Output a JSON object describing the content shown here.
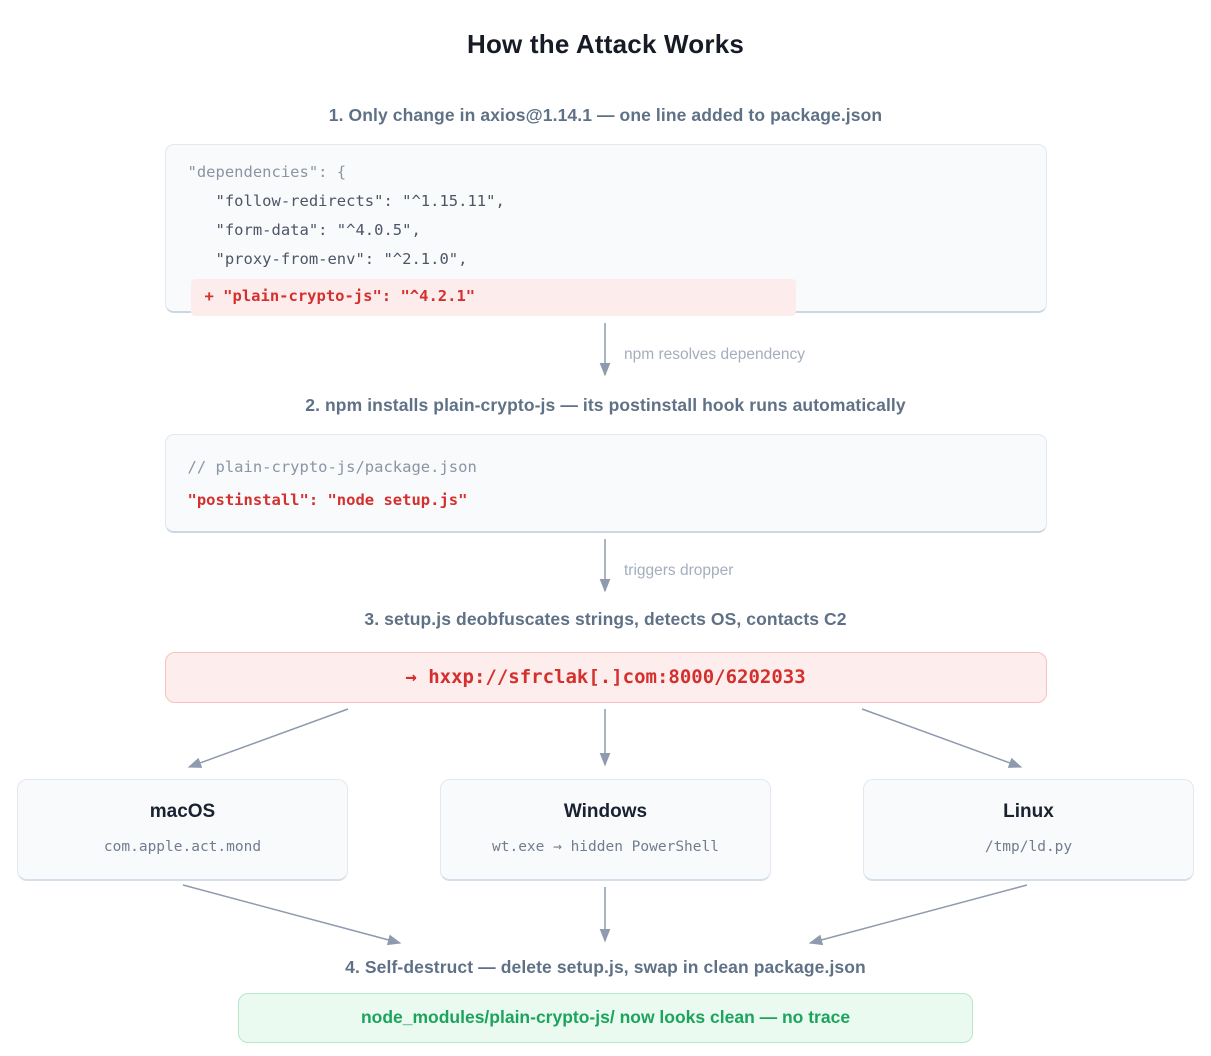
{
  "title": "How the Attack Works",
  "step1": {
    "label": "1. Only change in axios@1.14.1 — one line added to package.json",
    "code": {
      "line1": "\"dependencies\": {",
      "line2": "   \"follow-redirects\": \"^1.15.11\",",
      "line3": "   \"form-data\": \"^4.0.5\",",
      "line4": "   \"proxy-from-env\": \"^2.1.0\",",
      "line5": "+ \"plain-crypto-js\": \"^4.2.1\""
    }
  },
  "arrow1_label": "npm resolves dependency",
  "step2": {
    "label": "2. npm installs plain-crypto-js — its postinstall hook runs automatically",
    "code": {
      "line1": "// plain-crypto-js/package.json",
      "line2": "\"postinstall\": \"node setup.js\""
    }
  },
  "arrow2_label": "triggers dropper",
  "step3": {
    "label": "3. setup.js deobfuscates strings, detects OS, contacts C2",
    "c2_url": "→ hxxp://sfrclak[.]com:8000/6202033"
  },
  "os_targets": [
    {
      "name": "macOS",
      "payload": "com.apple.act.mond"
    },
    {
      "name": "Windows",
      "payload": "wt.exe → hidden PowerShell"
    },
    {
      "name": "Linux",
      "payload": "/tmp/ld.py"
    }
  ],
  "step4": {
    "label": "4. Self-destruct — delete setup.js, swap in clean package.json",
    "result": "node_modules/plain-crypto-js/ now looks clean — no trace"
  },
  "colors": {
    "accent_red": "#d3302e",
    "highlight_pink": "#fdecec",
    "alert_bg": "#fdeeed",
    "alert_border": "#f4c3be",
    "success_green": "#1da45c",
    "success_bg": "#eafaf0",
    "success_border": "#b6e7c8",
    "arrow_gray": "#8e9aae",
    "panel_bg": "#f8fafc",
    "panel_border": "#e2e8f0"
  }
}
